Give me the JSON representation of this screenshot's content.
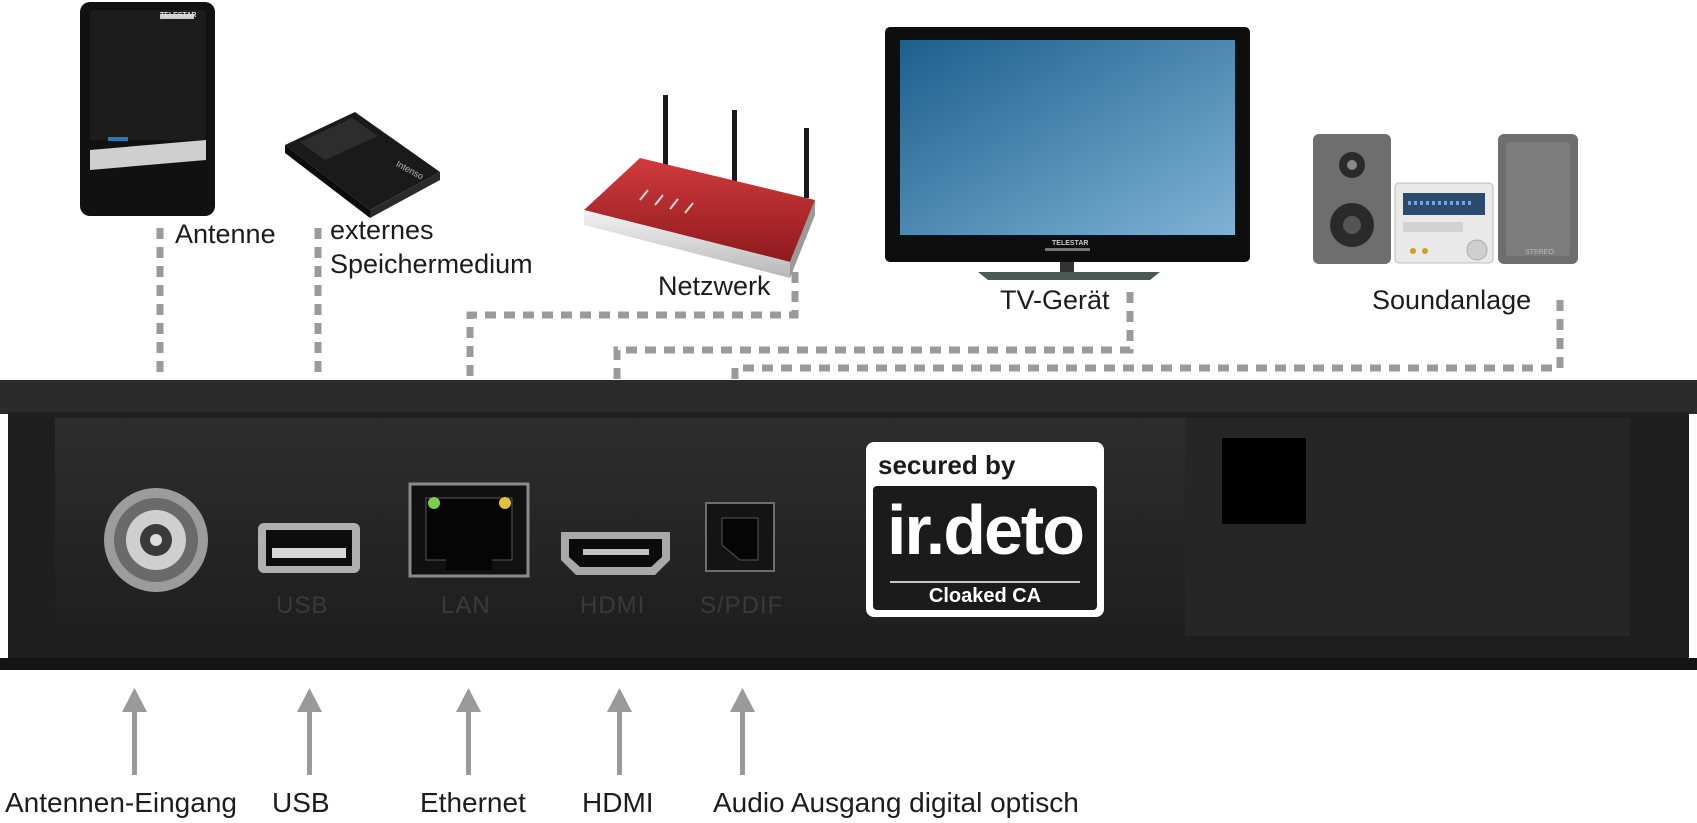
{
  "devices": {
    "antenna": {
      "label": "Antenne",
      "brand": "TELESTAR"
    },
    "storage": {
      "label_line1": "externes",
      "label_line2": "Speichermedium",
      "brand": "Intenso"
    },
    "network": {
      "label": "Netzwerk"
    },
    "tv": {
      "label": "TV-Gerät",
      "brand": "TELESTAR"
    },
    "sound": {
      "label": "Soundanlage",
      "brand": "STEREO"
    }
  },
  "ports": {
    "usb": "USB",
    "lan": "LAN",
    "hdmi": "HDMI",
    "spdif": "S/PDIF"
  },
  "badge": {
    "line1": "secured by",
    "logo": "ir.deto",
    "line3": "Cloaked CA"
  },
  "bottom_labels": {
    "antenna_in": "Antennen-Eingang",
    "usb": "USB",
    "ethernet": "Ethernet",
    "hdmi": "HDMI",
    "audio": "Audio Ausgang digital optisch"
  },
  "colors": {
    "connector_line": "#9a9a9a",
    "panel": "#262626",
    "router_red": "#b8262b"
  }
}
